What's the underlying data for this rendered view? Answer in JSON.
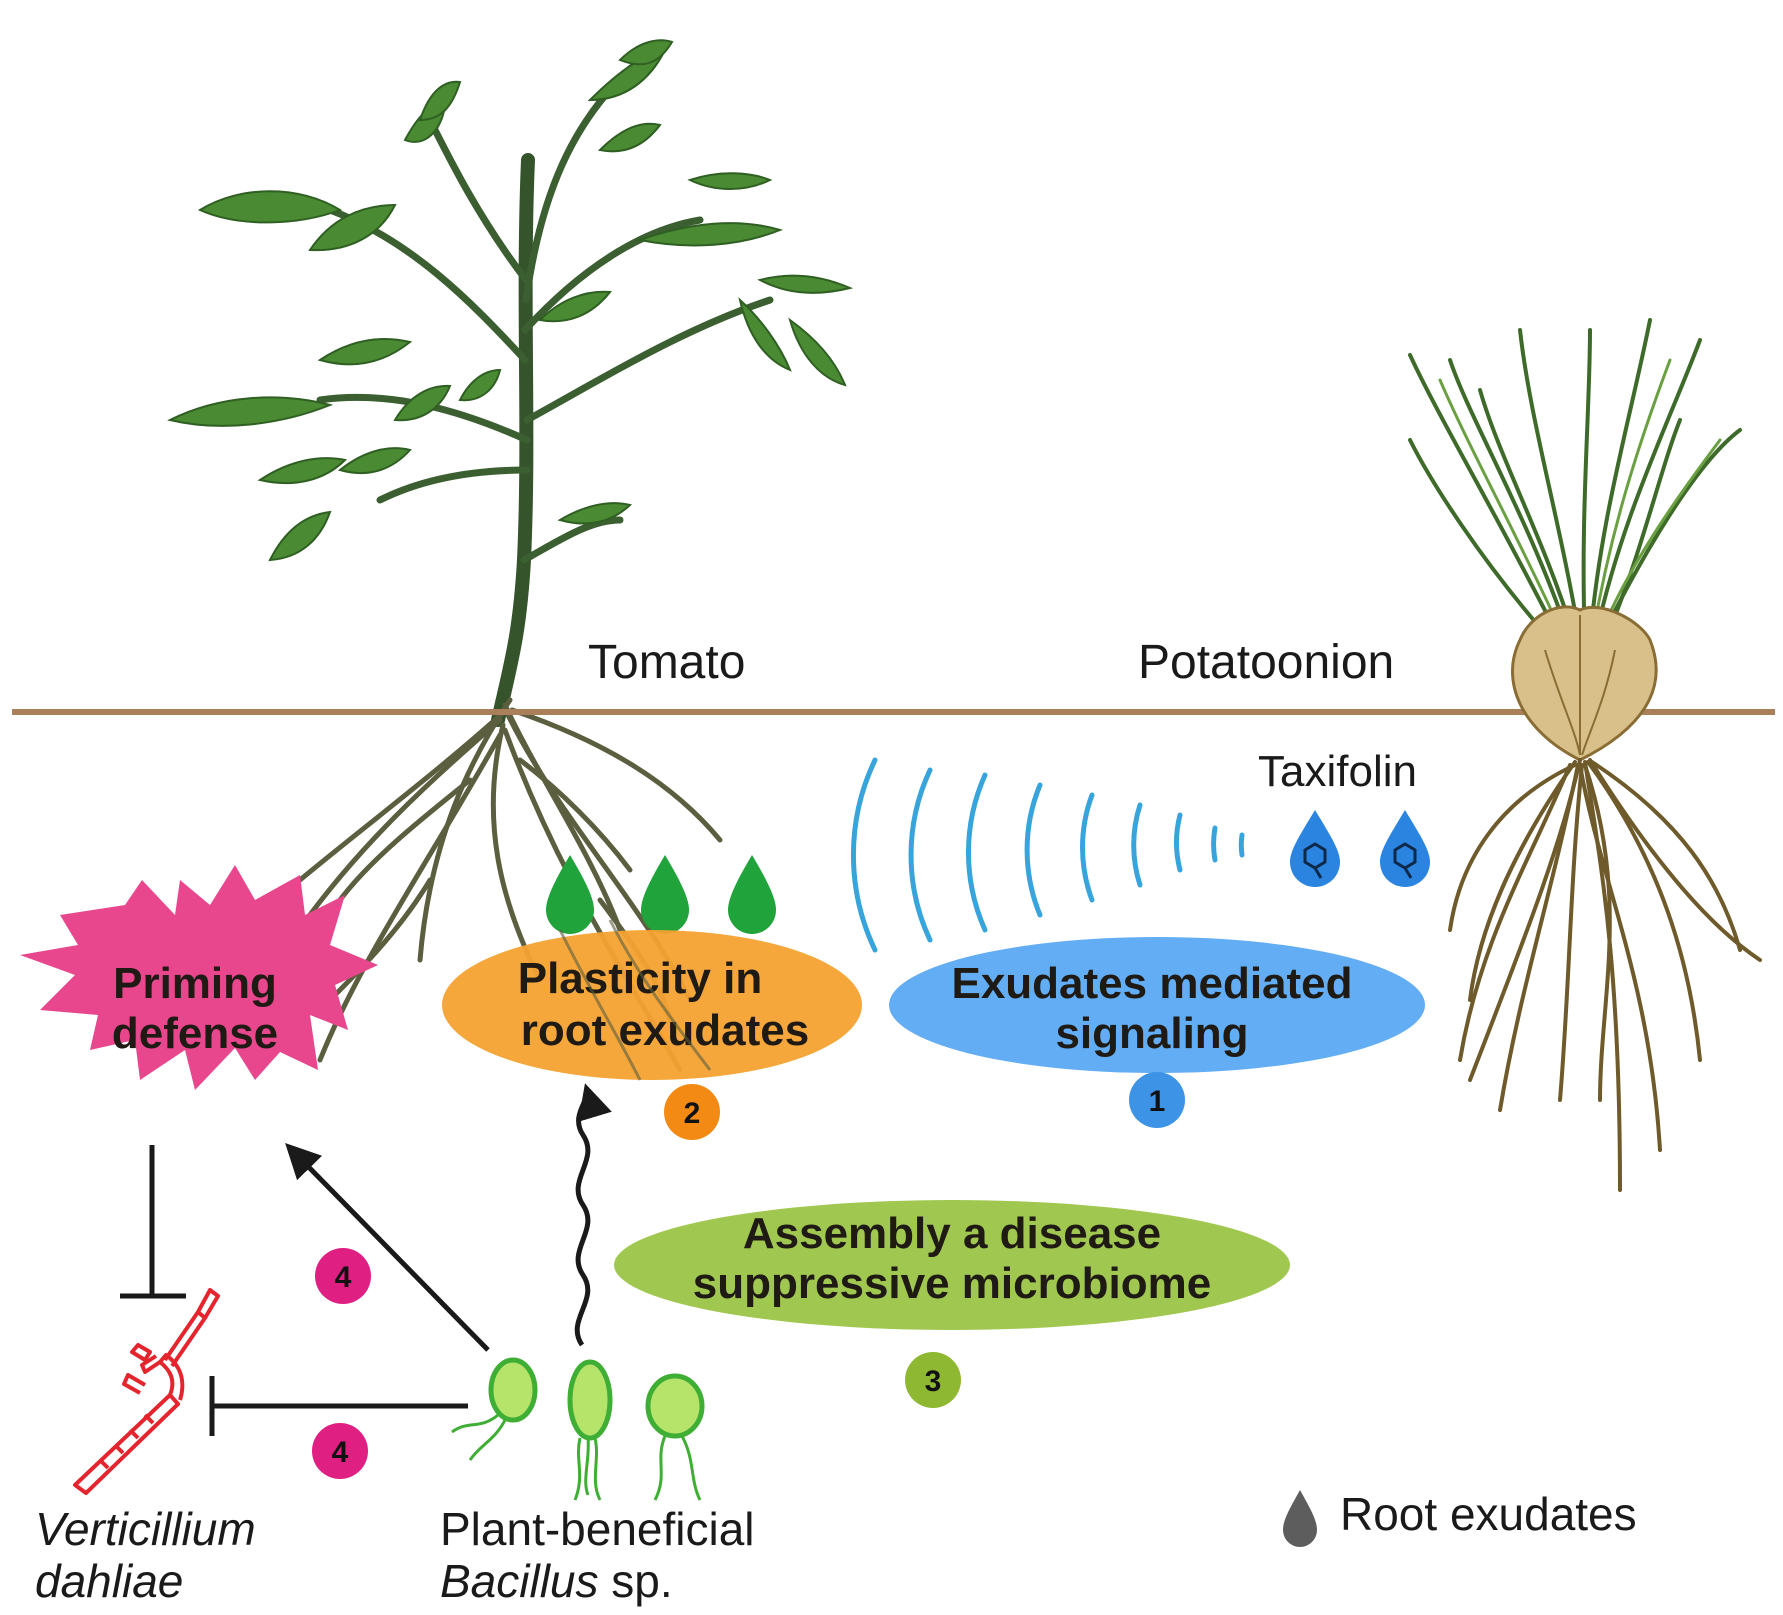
{
  "labels": {
    "tomato": "Tomato",
    "potatoonion": "Potatoonion",
    "taxifolin": "Taxifolin",
    "priming_line1": "Priming",
    "priming_line2": "defense",
    "plasticity_line1": "Plasticity in",
    "plasticity_line2": "root exudates",
    "signaling_line1": "Exudates mediated",
    "signaling_line2": "signaling",
    "assembly_line1": "Assembly a disease",
    "assembly_line2": "suppressive microbiome",
    "pathogen_line1": "Verticillium",
    "pathogen_line2": "dahliae",
    "bacillus_line1": "Plant-beneficial",
    "bacillus_line2a": "Bacillus",
    "bacillus_line2b": " sp.",
    "legend_root_exudates": "Root exudates"
  },
  "step_badges": {
    "signaling": "1",
    "plasticity": "2",
    "assembly": "3",
    "priming": "4",
    "inhibition": "4"
  },
  "colors": {
    "soil_line": "#a9805a",
    "priming": "#e8478e",
    "plasticity": "#f4a232",
    "signaling": "#5aa9f2",
    "assembly": "#9bc447",
    "badge_1": "#3d93e6",
    "badge_2": "#f28a14",
    "badge_3": "#8fb832",
    "badge_4": "#e01f83",
    "exudate_green": "#1fa33a",
    "exudate_blue": "#2a84e0",
    "signal_wave": "#38a4dc",
    "bacillus": "#3fae34",
    "bacillus_fill": "#b6e36a",
    "pathogen": "#e4252e",
    "leaf": "#3f7d2c",
    "stem": "#35542c",
    "root_tomato": "#5c5f3f",
    "bulb": "#d9c08a",
    "root_onion": "#6e5a2a",
    "legend_drop": "#5d5d5d"
  },
  "icons": [
    "exudate-drop-icon",
    "taxifolin-drop-icon",
    "signal-wave-icon",
    "bacillus-cell-icon",
    "verticillium-hypha-icon",
    "inhibition-bar-icon",
    "arrow-icon"
  ]
}
